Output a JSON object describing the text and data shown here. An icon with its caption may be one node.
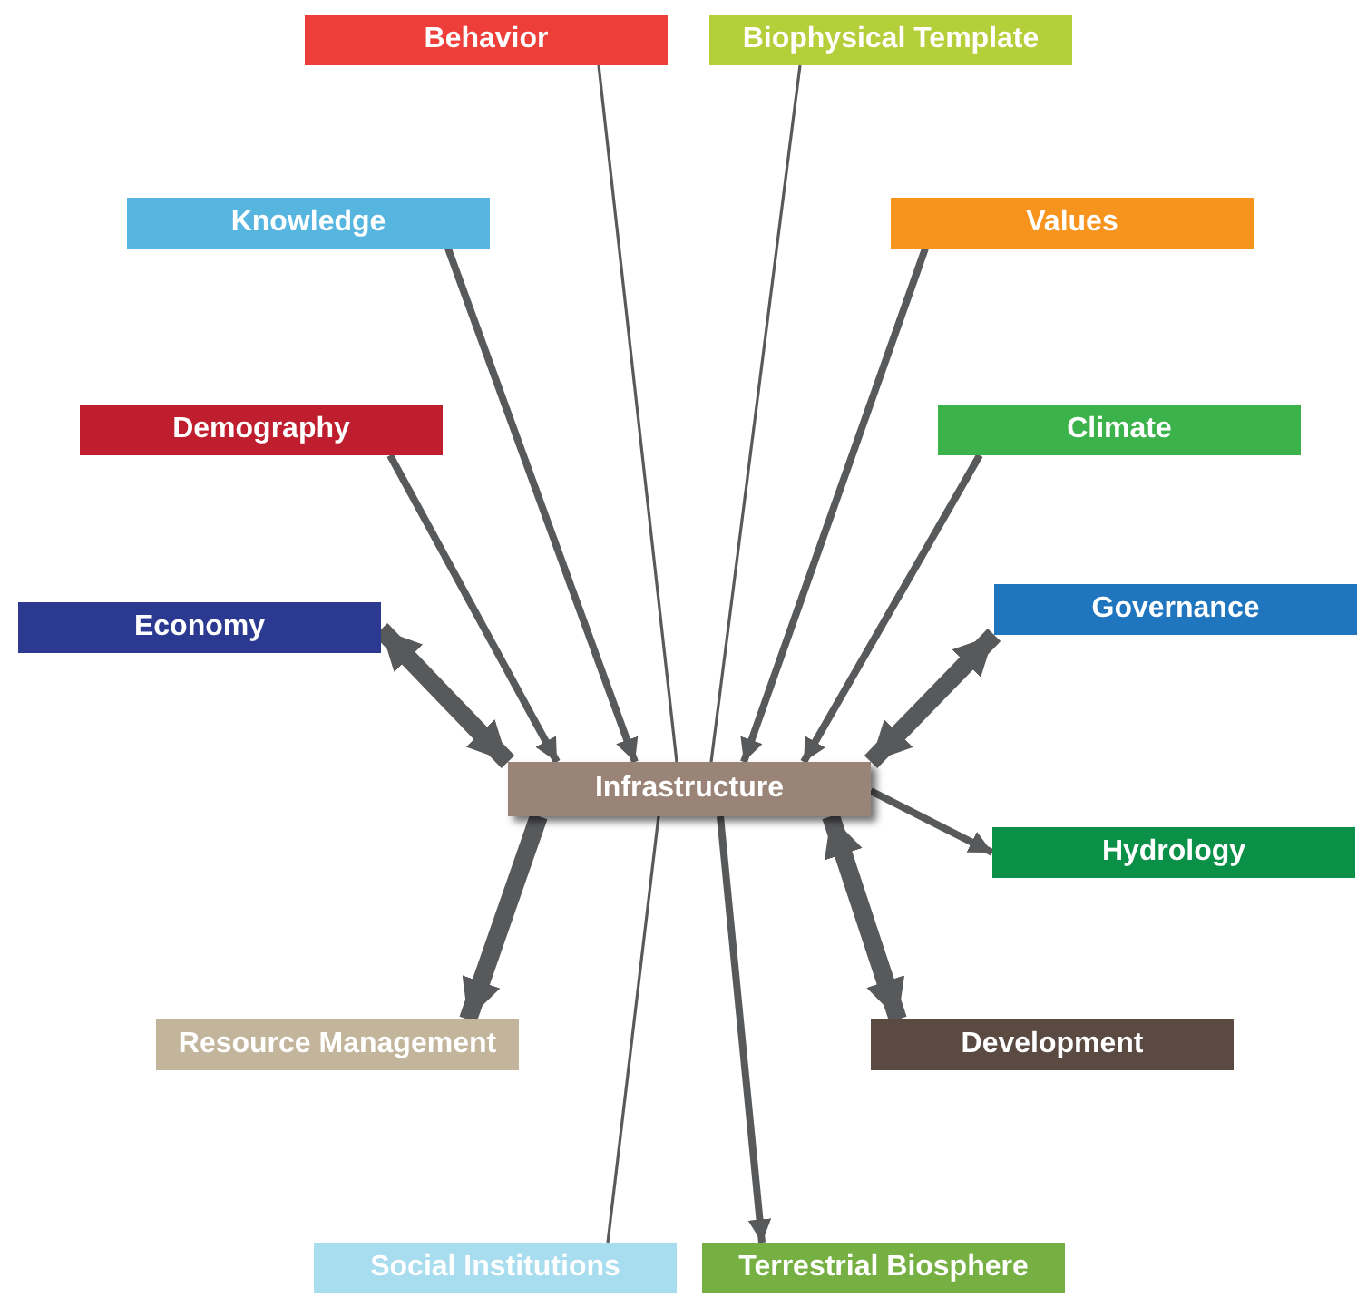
{
  "diagram": {
    "nodes": [
      {
        "text": [
          "Infrastructure"
        ]
      },
      {
        "text": [
          "Behavior"
        ]
      },
      {
        "text": [
          "Biophysical Template"
        ]
      },
      {
        "text": [
          "Knowledge"
        ]
      },
      {
        "text": [
          "Values"
        ]
      },
      {
        "text": [
          "Demography"
        ]
      },
      {
        "text": [
          "Climate"
        ]
      },
      {
        "text": [
          "Economy"
        ]
      },
      {
        "text": [
          "Governance"
        ]
      },
      {
        "text": [
          "Hydrology"
        ]
      },
      {
        "text": [
          "Resource Management"
        ]
      },
      {
        "text": [
          "Development"
        ]
      },
      {
        "text": [
          "Social Institutions"
        ]
      },
      {
        "text": [
          "Terrestrial Biosphere"
        ]
      }
    ],
    "edges": [
      {
        "from": 1,
        "to": 0,
        "arrow": "none"
      },
      {
        "from": 2,
        "to": 0,
        "arrow": "none"
      },
      {
        "from": 3,
        "to": 0,
        "arrow": "to"
      },
      {
        "from": 4,
        "to": 0,
        "arrow": "to"
      },
      {
        "from": 5,
        "to": 0,
        "arrow": "to"
      },
      {
        "from": 6,
        "to": 0,
        "arrow": "to"
      },
      {
        "from": 7,
        "to": 0,
        "arrow": "both",
        "style": "thick"
      },
      {
        "from": 8,
        "to": 0,
        "arrow": "both",
        "style": "thick"
      },
      {
        "from": 0,
        "to": 9,
        "arrow": "to"
      },
      {
        "from": 0,
        "to": 10,
        "arrow": "to",
        "style": "thick"
      },
      {
        "from": 0,
        "to": 11,
        "arrow": "both",
        "style": "thick"
      },
      {
        "from": 0,
        "to": 12,
        "arrow": "none"
      },
      {
        "from": 0,
        "to": 13,
        "arrow": "to"
      }
    ]
  }
}
